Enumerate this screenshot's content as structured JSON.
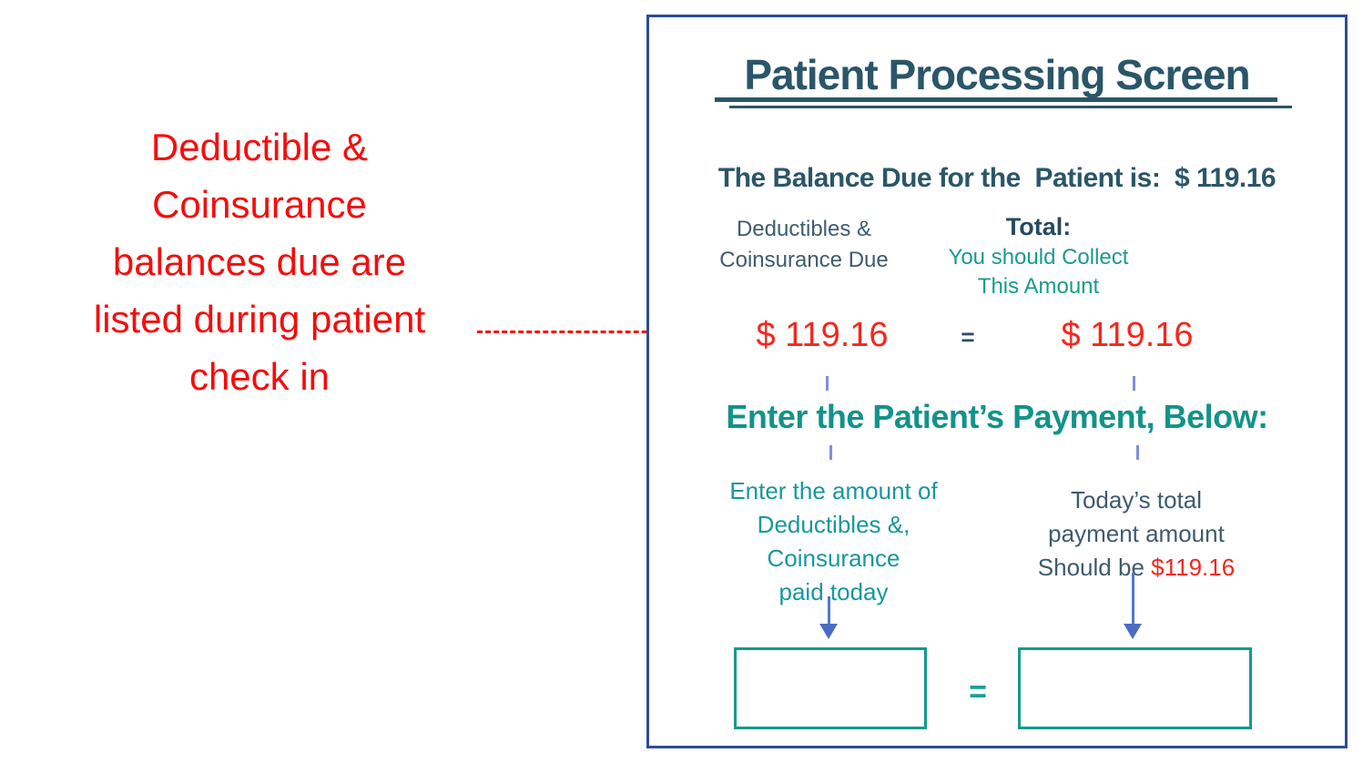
{
  "annotation": {
    "lines": [
      "Deductible &",
      "Coinsurance",
      "balances due are",
      "listed during patient",
      "check in"
    ]
  },
  "panel": {
    "title": "Patient Processing Screen",
    "balance_line": "The Balance Due for the  Patient is:  $ 119.16",
    "left_header": {
      "line1": "Deductibles &",
      "line2": "Coinsurance Due"
    },
    "right_header": {
      "title": "Total:",
      "line1": "You should Collect",
      "line2": "This Amount"
    },
    "amounts": {
      "left": "$ 119.16",
      "equals": "=",
      "right": "$ 119.16"
    },
    "payment_heading": "Enter the Patient’s Payment, Below:",
    "left_instruction": {
      "lines": [
        "Enter the amount of",
        "Deductibles &,",
        "Coinsurance",
        "paid today"
      ]
    },
    "right_instruction": {
      "line1": "Today’s total",
      "line2": "payment amount",
      "line3_prefix": "Should be ",
      "line3_amount": "$119.16"
    },
    "boxes_equals": "="
  },
  "colors": {
    "annotation_red": "#f50d0d",
    "amount_red": "#f3271e",
    "panel_border_blue": "#2e4d94",
    "title_slate": "#2a5668",
    "teal_text": "#1b9a90",
    "teal_heading": "#13938a",
    "teal_box_border": "#149a8d",
    "slate_text": "#3e5b6e",
    "arrow_blue": "#5377cd",
    "dash_blue": "#7e90d8"
  }
}
